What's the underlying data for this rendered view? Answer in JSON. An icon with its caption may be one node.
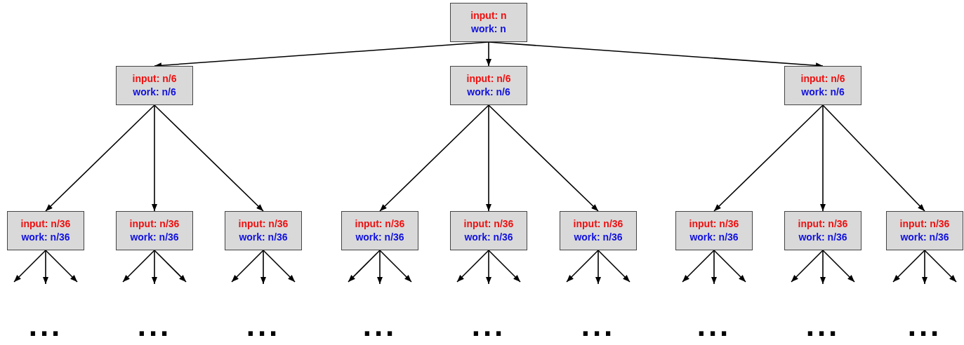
{
  "diagram": {
    "nodes": [
      {
        "text": [
          "input: n",
          "work: n"
        ]
      },
      {
        "text": [
          "input: n/6",
          "work: n/6"
        ]
      },
      {
        "text": [
          "input: n/6",
          "work: n/6"
        ]
      },
      {
        "text": [
          "input: n/6",
          "work: n/6"
        ]
      },
      {
        "text": [
          "input: n/36",
          "work: n/36"
        ]
      },
      {
        "text": [
          "input: n/36",
          "work: n/36"
        ]
      },
      {
        "text": [
          "input: n/36",
          "work: n/36"
        ]
      },
      {
        "text": [
          "input: n/36",
          "work: n/36"
        ]
      },
      {
        "text": [
          "input: n/36",
          "work: n/36"
        ]
      },
      {
        "text": [
          "input: n/36",
          "work: n/36"
        ]
      },
      {
        "text": [
          "input: n/36",
          "work: n/36"
        ]
      },
      {
        "text": [
          "input: n/36",
          "work: n/36"
        ]
      },
      {
        "text": [
          "input: n/36",
          "work: n/36"
        ]
      }
    ],
    "edges": [
      {
        "from": 0,
        "to": 1,
        "arrow": "to"
      },
      {
        "from": 0,
        "to": 2,
        "arrow": "to"
      },
      {
        "from": 0,
        "to": 3,
        "arrow": "to"
      },
      {
        "from": 1,
        "to": 4,
        "arrow": "to"
      },
      {
        "from": 1,
        "to": 5,
        "arrow": "to"
      },
      {
        "from": 1,
        "to": 6,
        "arrow": "to"
      },
      {
        "from": 2,
        "to": 7,
        "arrow": "to"
      },
      {
        "from": 2,
        "to": 8,
        "arrow": "to"
      },
      {
        "from": 2,
        "to": 9,
        "arrow": "to"
      },
      {
        "from": 3,
        "to": 10,
        "arrow": "to"
      },
      {
        "from": 3,
        "to": 11,
        "arrow": "to"
      },
      {
        "from": 3,
        "to": 12,
        "arrow": "to"
      },
      {
        "from": 4,
        "to": null,
        "arrow": "to"
      },
      {
        "from": 4,
        "to": null,
        "arrow": "to"
      },
      {
        "from": 4,
        "to": null,
        "arrow": "to"
      },
      {
        "from": 5,
        "to": null,
        "arrow": "to"
      },
      {
        "from": 5,
        "to": null,
        "arrow": "to"
      },
      {
        "from": 5,
        "to": null,
        "arrow": "to"
      },
      {
        "from": 6,
        "to": null,
        "arrow": "to"
      },
      {
        "from": 6,
        "to": null,
        "arrow": "to"
      },
      {
        "from": 6,
        "to": null,
        "arrow": "to"
      },
      {
        "from": 7,
        "to": null,
        "arrow": "to"
      },
      {
        "from": 7,
        "to": null,
        "arrow": "to"
      },
      {
        "from": 7,
        "to": null,
        "arrow": "to"
      },
      {
        "from": 8,
        "to": null,
        "arrow": "to"
      },
      {
        "from": 8,
        "to": null,
        "arrow": "to"
      },
      {
        "from": 8,
        "to": null,
        "arrow": "to"
      },
      {
        "from": 9,
        "to": null,
        "arrow": "to"
      },
      {
        "from": 9,
        "to": null,
        "arrow": "to"
      },
      {
        "from": 9,
        "to": null,
        "arrow": "to"
      },
      {
        "from": 10,
        "to": null,
        "arrow": "to"
      },
      {
        "from": 10,
        "to": null,
        "arrow": "to"
      },
      {
        "from": 10,
        "to": null,
        "arrow": "to"
      },
      {
        "from": 11,
        "to": null,
        "arrow": "to"
      },
      {
        "from": 11,
        "to": null,
        "arrow": "to"
      },
      {
        "from": 11,
        "to": null,
        "arrow": "to"
      },
      {
        "from": 12,
        "to": null,
        "arrow": "to"
      },
      {
        "from": 12,
        "to": null,
        "arrow": "to"
      },
      {
        "from": 12,
        "to": null,
        "arrow": "to"
      }
    ],
    "labels": [
      "...",
      "...",
      "...",
      "...",
      "...",
      "...",
      "...",
      "...",
      "..."
    ]
  }
}
